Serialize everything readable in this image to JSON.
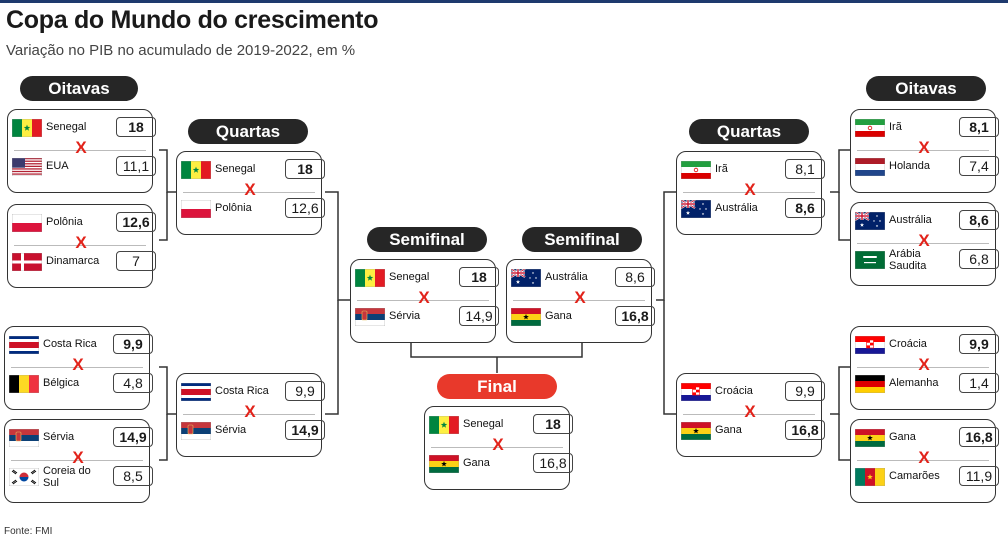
{
  "header": {
    "title": "Copa do Mundo do crescimento",
    "subtitle": "Variação no PIB no acumulado de 2019-2022, em %",
    "source": "Fonte: FMI"
  },
  "stages": {
    "oitavas": "Oitavas",
    "quartas": "Quartas",
    "semifinal": "Semifinal",
    "final": "Final"
  },
  "vs_mark": "X",
  "colors": {
    "stage_bg": "#262626",
    "final_bg": "#e8392b",
    "vs": "#e2231a"
  },
  "chart_data": {
    "type": "table",
    "title": "Copa do Mundo do crescimento",
    "subtitle": "Variação no PIB no acumulado de 2019-2022, em %",
    "unit": "%",
    "matches": [
      {
        "id": "o1",
        "stage": "Oitavas",
        "teams": [
          {
            "name": "Senegal",
            "value": "18",
            "flag": "senegal-flag",
            "win": true
          },
          {
            "name": "EUA",
            "value": "11,1",
            "flag": "usa-flag",
            "win": false
          }
        ]
      },
      {
        "id": "o2",
        "stage": "Oitavas",
        "teams": [
          {
            "name": "Polônia",
            "value": "12,6",
            "flag": "poland-flag",
            "win": true
          },
          {
            "name": "Dinamarca",
            "value": "7",
            "flag": "denmark-flag",
            "win": false
          }
        ]
      },
      {
        "id": "o3",
        "stage": "Oitavas",
        "teams": [
          {
            "name": "Costa Rica",
            "value": "9,9",
            "flag": "costa-rica-flag",
            "win": true
          },
          {
            "name": "Bélgica",
            "value": "4,8",
            "flag": "belgium-flag",
            "win": false
          }
        ]
      },
      {
        "id": "o4",
        "stage": "Oitavas",
        "teams": [
          {
            "name": "Sérvia",
            "value": "14,9",
            "flag": "serbia-flag",
            "win": true
          },
          {
            "name": "Coreia do Sul",
            "value": "8,5",
            "flag": "korea-flag",
            "win": false
          }
        ]
      },
      {
        "id": "q1",
        "stage": "Quartas",
        "teams": [
          {
            "name": "Senegal",
            "value": "18",
            "flag": "senegal-flag",
            "win": true
          },
          {
            "name": "Polônia",
            "value": "12,6",
            "flag": "poland-flag",
            "win": false
          }
        ]
      },
      {
        "id": "q2",
        "stage": "Quartas",
        "teams": [
          {
            "name": "Costa Rica",
            "value": "9,9",
            "flag": "costa-rica-flag",
            "win": false
          },
          {
            "name": "Sérvia",
            "value": "14,9",
            "flag": "serbia-flag",
            "win": true
          }
        ]
      },
      {
        "id": "s1",
        "stage": "Semifinal",
        "teams": [
          {
            "name": "Senegal",
            "value": "18",
            "flag": "senegal-flag",
            "win": true
          },
          {
            "name": "Sérvia",
            "value": "14,9",
            "flag": "serbia-flag",
            "win": false
          }
        ]
      },
      {
        "id": "s2",
        "stage": "Semifinal",
        "teams": [
          {
            "name": "Austrália",
            "value": "8,6",
            "flag": "australia-flag",
            "win": false
          },
          {
            "name": "Gana",
            "value": "16,8",
            "flag": "ghana-flag",
            "win": true
          }
        ]
      },
      {
        "id": "f",
        "stage": "Final",
        "teams": [
          {
            "name": "Senegal",
            "value": "18",
            "flag": "senegal-flag",
            "win": true
          },
          {
            "name": "Gana",
            "value": "16,8",
            "flag": "ghana-flag",
            "win": false
          }
        ]
      },
      {
        "id": "q3",
        "stage": "Quartas",
        "teams": [
          {
            "name": "Irã",
            "value": "8,1",
            "flag": "iran-flag",
            "win": false
          },
          {
            "name": "Austrália",
            "value": "8,6",
            "flag": "australia-flag",
            "win": true
          }
        ]
      },
      {
        "id": "q4",
        "stage": "Quartas",
        "teams": [
          {
            "name": "Croácia",
            "value": "9,9",
            "flag": "croatia-flag",
            "win": false
          },
          {
            "name": "Gana",
            "value": "16,8",
            "flag": "ghana-flag",
            "win": true
          }
        ]
      },
      {
        "id": "o5",
        "stage": "Oitavas",
        "teams": [
          {
            "name": "Irã",
            "value": "8,1",
            "flag": "iran-flag",
            "win": true
          },
          {
            "name": "Holanda",
            "value": "7,4",
            "flag": "netherlands-flag",
            "win": false
          }
        ]
      },
      {
        "id": "o6",
        "stage": "Oitavas",
        "teams": [
          {
            "name": "Austrália",
            "value": "8,6",
            "flag": "australia-flag",
            "win": true
          },
          {
            "name": "Arábia Saudita",
            "value": "6,8",
            "flag": "saudi-arabia-flag",
            "win": false
          }
        ]
      },
      {
        "id": "o7",
        "stage": "Oitavas",
        "teams": [
          {
            "name": "Croácia",
            "value": "9,9",
            "flag": "croatia-flag",
            "win": true
          },
          {
            "name": "Alemanha",
            "value": "1,4",
            "flag": "germany-flag",
            "win": false
          }
        ]
      },
      {
        "id": "o8",
        "stage": "Oitavas",
        "teams": [
          {
            "name": "Gana",
            "value": "16,8",
            "flag": "ghana-flag",
            "win": true
          },
          {
            "name": "Camarões",
            "value": "11,9",
            "flag": "cameroon-flag",
            "win": false
          }
        ]
      }
    ]
  }
}
